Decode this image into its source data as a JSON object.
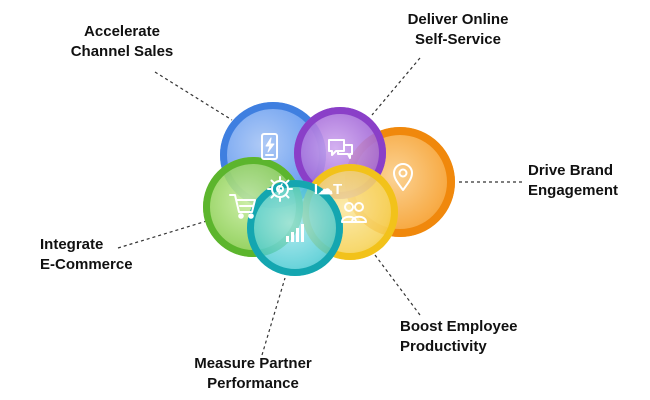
{
  "center_label": "I☁T",
  "colors": {
    "blue": "#3f7fe0",
    "purple": "#8a3fc8",
    "orange": "#f0880c",
    "green": "#5cb52d",
    "teal": "#14a6b0",
    "yellow": "#f2c21a",
    "connector": "#333333",
    "text": "#111111"
  },
  "labels": {
    "accelerate": {
      "line1": "Accelerate",
      "line2": "Channel Sales",
      "icon": "mobile-lightning-icon"
    },
    "deliver": {
      "line1": "Deliver Online",
      "line2": "Self-Service",
      "icon": "chat-bubbles-icon"
    },
    "drive": {
      "line1": "Drive Brand",
      "line2": "Engagement",
      "icon": "location-pin-icon"
    },
    "integrate": {
      "line1": "Integrate",
      "line2": "E-Commerce",
      "icon": "shopping-cart-icon"
    },
    "boost": {
      "line1": "Boost Employee",
      "line2": "Productivity",
      "icon": "people-icon"
    },
    "measure": {
      "line1": "Measure Partner",
      "line2": "Performance",
      "icon": "bar-chart-icon"
    }
  },
  "center_icon": "gear-icon"
}
